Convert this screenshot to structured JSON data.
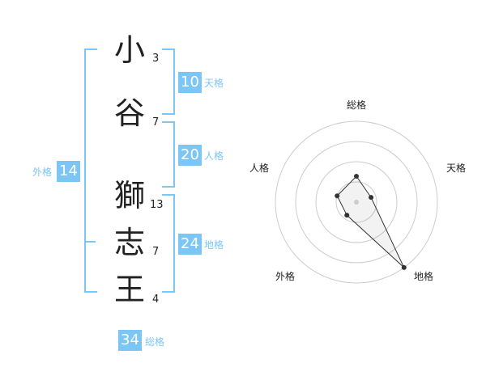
{
  "name": {
    "characters": [
      "小",
      "谷",
      "獅",
      "志",
      "王"
    ],
    "strokes": [
      "3",
      "7",
      "13",
      "7",
      "4"
    ]
  },
  "fortune": {
    "tenkaku": {
      "value": "10",
      "label": "天格"
    },
    "jinkaku": {
      "value": "20",
      "label": "人格"
    },
    "chikaku": {
      "value": "24",
      "label": "地格"
    },
    "gaikaku": {
      "value": "14",
      "label": "外格"
    },
    "soukaku": {
      "value": "34",
      "label": "総格"
    }
  },
  "radar": {
    "axes": [
      "総格",
      "天格",
      "地格",
      "外格",
      "人格"
    ],
    "values": [
      0.32,
      0.19,
      1.0,
      0.2,
      0.25
    ],
    "colors": {
      "ring": "#cccccc",
      "line": "#333333",
      "point": "#333333",
      "center": "#cccccc"
    }
  },
  "colors": {
    "accent": "#7cc6f5",
    "text": "#222222"
  }
}
